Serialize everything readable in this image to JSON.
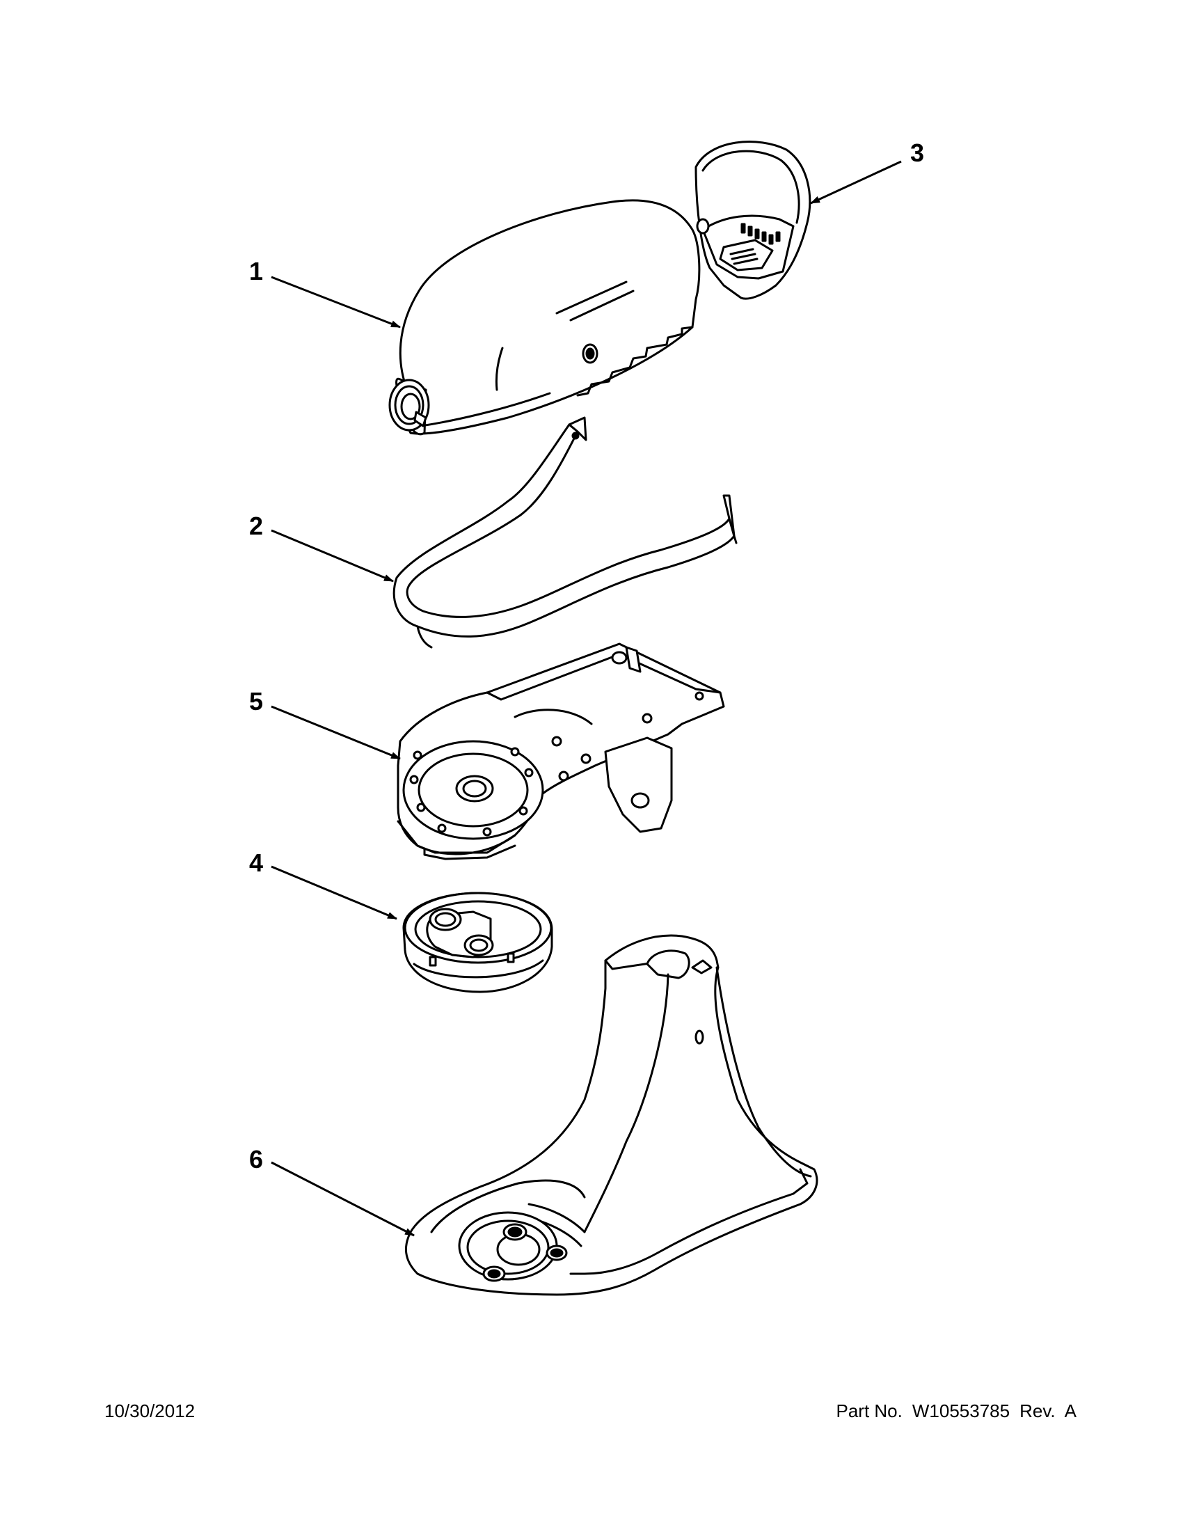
{
  "diagram": {
    "callouts": [
      {
        "id": "callout-1",
        "label": "1"
      },
      {
        "id": "callout-2",
        "label": "2"
      },
      {
        "id": "callout-3",
        "label": "3"
      },
      {
        "id": "callout-4",
        "label": "4"
      },
      {
        "id": "callout-5",
        "label": "5"
      },
      {
        "id": "callout-6",
        "label": "6"
      }
    ]
  },
  "footer": {
    "date": "10/30/2012",
    "part_label": "Part No.",
    "part_number": "W10553785",
    "revision": "Rev.  A"
  }
}
